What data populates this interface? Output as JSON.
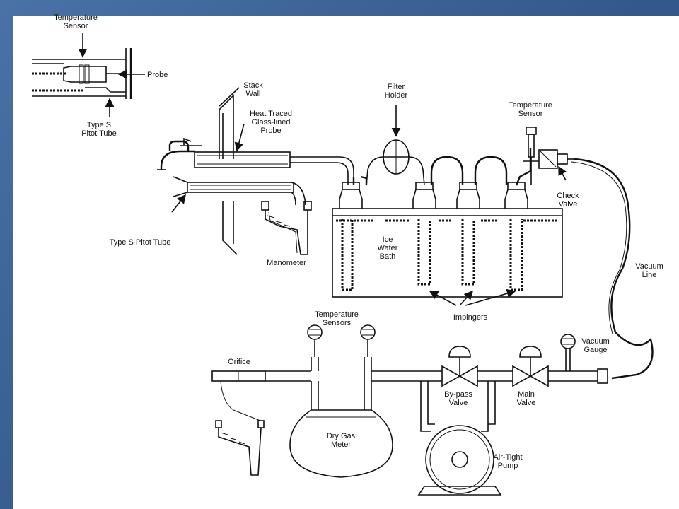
{
  "labels": {
    "temperature_sensor_top": [
      "Temperature",
      "Sensor"
    ],
    "probe": "Probe",
    "type_s_pitot_top": [
      "Type S",
      "Pitot Tube"
    ],
    "stack_wall": [
      "Stack",
      "Wall"
    ],
    "heat_traced": [
      "Heat Traced",
      "Glass-lined",
      "Probe"
    ],
    "filter_holder": [
      "Filter",
      "Holder"
    ],
    "temperature_sensor_right": [
      "Temperature",
      "Sensor"
    ],
    "check_valve": [
      "Check",
      "Valve"
    ],
    "type_s_pitot_side": "Type S Pitot Tube",
    "manometer_top": "Manometer",
    "ice_water_bath": [
      "Ice",
      "Water",
      "Bath"
    ],
    "vacuum_line": [
      "Vacuum",
      "Line"
    ],
    "impingers": "Impingers",
    "temperature_sensors": [
      "Temperature",
      "Sensors"
    ],
    "vacuum_gauge": [
      "Vacuum",
      "Gauge"
    ],
    "orifice": "Orifice",
    "bypass_valve": [
      "By-pass",
      "Valve"
    ],
    "main_valve": [
      "Main",
      "Valve"
    ],
    "dry_gas_meter": [
      "Dry Gas",
      "Meter"
    ],
    "air_tight_pump": [
      "Air-Tight",
      "Pump"
    ]
  }
}
